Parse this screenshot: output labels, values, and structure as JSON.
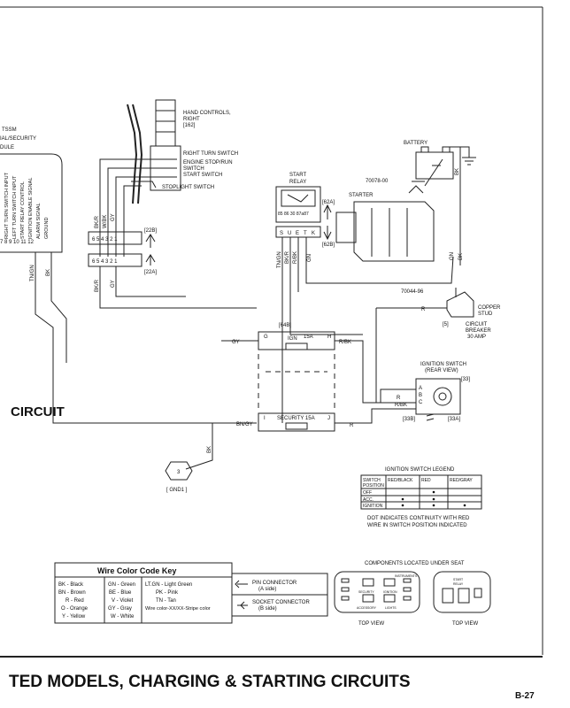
{
  "components": {
    "hand_controls": [
      "HAND CONTROLS,",
      "RIGHT",
      "[162]"
    ],
    "hand_switches": [
      "RIGHT TURN SWITCH",
      "ENGINE STOP/RUN",
      "SWITCH",
      "START SWITCH"
    ],
    "stoplight_switch": "STOPLIGHT SWITCH",
    "battery": "BATTERY",
    "starter_ref": "70078-00",
    "starter": "STARTER",
    "start_relay": [
      "START",
      "RELAY"
    ],
    "relay_pins": "85 86 30 87a87",
    "relay_conn": [
      "S",
      "U",
      "E",
      "T",
      "K"
    ],
    "ref_62a": "[62A]",
    "ref_62b": "[62B]",
    "ref_22b": "[22B]",
    "ref_22a": "[22A]",
    "conn_numbers": [
      "6",
      "5",
      "4",
      "3",
      "2",
      "1"
    ],
    "module_title": [
      "TSSM",
      "IAL/SECURITY",
      "DULE"
    ],
    "module_pins": [
      "RIGHT TURN SWITCH INPUT",
      "LEFT TURN SWITCH INPUT",
      "START RELAY CONTROL",
      "IGNITION ENABLE SIGNAL",
      "ALARM SIGNAL",
      "GROUND"
    ],
    "module_pin_numbers": "7 8 9 10 11 12",
    "circuit_label": "CIRCUIT",
    "copper_ref": "70044-96",
    "copper_stud": [
      "COPPER",
      "STUD"
    ],
    "circuit_breaker": [
      "CIRCUIT",
      "BREAKER",
      "30 AMP"
    ],
    "breaker_ref": "[5]",
    "fuse_ref": "[64B]",
    "ign_fuse": {
      "left": "G",
      "name": "IGN",
      "amps": "15A",
      "right": "H"
    },
    "sec_fuse": {
      "left": "I",
      "name": "SECURITY 15A",
      "right": "J"
    },
    "ignition_switch": [
      "IGNITION SWITCH",
      "(REAR VIEW)"
    ],
    "ignition_ref": "[33]",
    "ignition_pins": [
      "A",
      "B",
      "C"
    ],
    "ref_33b": "[33B]",
    "ref_33a": "[33A]",
    "ground": "[ GND1 ]",
    "ground_number": "3",
    "wire_labels": {
      "bkr": "BK/R",
      "wbk": "W/BK",
      "gy": "GY",
      "tngn": "TN/GN",
      "bk": "BK",
      "rbk": "R/BK",
      "gn": "GN",
      "r": "R",
      "bngy": "BN/GY"
    }
  },
  "legend": {
    "title": "IGNITION SWITCH LEGEND",
    "headers": [
      "SWITCH\nPOSITION",
      "RED/BLACK",
      "RED",
      "RED/GRAY"
    ],
    "rows": [
      {
        "pos": "OFF",
        "dots": [
          false,
          true,
          false
        ]
      },
      {
        "pos": "ACC.",
        "dots": [
          true,
          true,
          false
        ]
      },
      {
        "pos": "IGNITION",
        "dots": [
          true,
          true,
          true
        ]
      }
    ],
    "note": [
      "DOT INDICATES CONTINUITY WITH RED",
      "WIRE IN SWITCH POSITION INDICATED"
    ]
  },
  "wire_key": {
    "title": "Wire Color Code Key",
    "col1": [
      "BK - Black",
      "BN - Brown",
      "R - Red",
      "O - Orange",
      "Y - Yellow"
    ],
    "col2": [
      "GN - Green",
      "BE - Blue",
      "V - Violet",
      "GY - Gray",
      "W - White"
    ],
    "col3": [
      "LT.GN - Light Green",
      "PK - Pink",
      "TN - Tan",
      "Wire color-XX/XX-Stripe color"
    ],
    "pin": [
      "PIN CONNECTOR",
      "(A side)"
    ],
    "socket": [
      "SOCKET CONNECTOR",
      "(B side)"
    ]
  },
  "seat": {
    "title": "COMPONENTS LOCATED UNDER SEAT",
    "top_view_left": "TOP VIEW",
    "top_view_right": "TOP VIEW",
    "labels_left": [
      "SECURITY",
      "IGNITION",
      "ACCESSORY",
      "LIGHTS",
      "INSTRUMENTS"
    ],
    "labels_right": [
      "START",
      "RELAY"
    ]
  },
  "footer": {
    "heading": "TED MODELS, CHARGING & STARTING CIRCUITS",
    "page": "B-27"
  }
}
